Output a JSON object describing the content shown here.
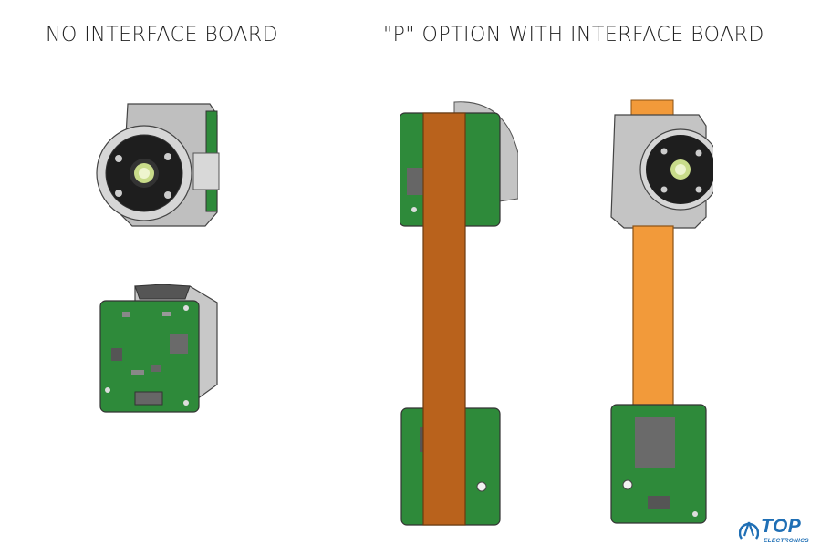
{
  "headings": {
    "left": "NO INTERFACE BOARD",
    "right": "\"P\" OPTION WITH INTERFACE BOARD"
  },
  "logo": {
    "main": "TOP",
    "sub": "ELECTRONICS",
    "color": "#1f6fb5"
  },
  "colors": {
    "pcb": "#2e8a3a",
    "flex_dark": "#b9621c",
    "flex_light": "#f29a3a",
    "housing": "#c9c9c9",
    "lens": "#1b1b1b"
  }
}
